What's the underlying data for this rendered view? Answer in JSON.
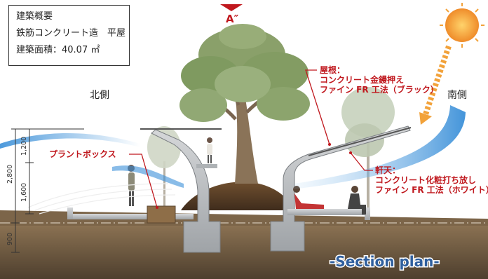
{
  "overview": {
    "title": "建築概要",
    "structure": "鉄筋コンクリート造　平屋",
    "area": "建築面積：40.07 ㎡"
  },
  "view_marker": "A″",
  "directions": {
    "north": "北側",
    "south": "南側"
  },
  "dimensions": {
    "top": "1,200",
    "total": "2,800",
    "mid": "1,600",
    "bottom": "900"
  },
  "annotations": {
    "roof": [
      "屋根：",
      "コンクリート金鏝押え",
      "ファイン FR 工法（ブラック）"
    ],
    "eave": [
      "軒天：",
      "コンクリート化粧打ち放し",
      "ファイン FR 工法（ホワイト）"
    ],
    "planter": "プラントボックス"
  },
  "caption": "-Section plan-",
  "colors": {
    "annotation_red": "#c0181e",
    "caption_blue": "#2f5f9e",
    "sky_wind": "#3a8fd8",
    "sun": "#f2a23a",
    "earth": "#6e5a44",
    "concrete": "#b9bcbf"
  }
}
